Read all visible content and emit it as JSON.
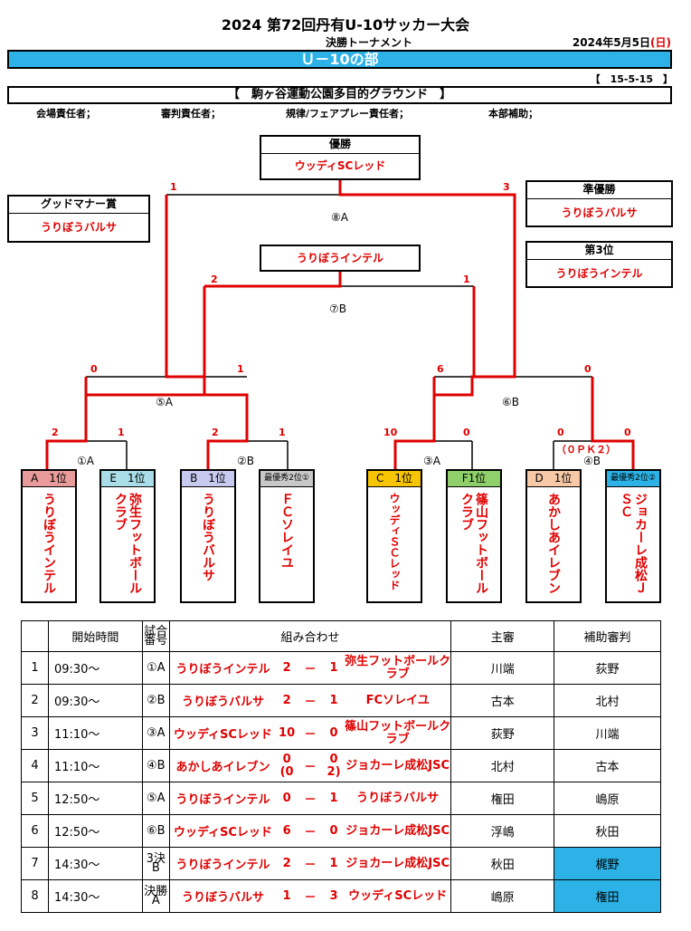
{
  "header": {
    "title": "2024 第72回丹有U-10サッカー大会",
    "subtitle": "決勝トーナメント",
    "date_main": "2024年5月5日",
    "date_day": "(日)",
    "banner": "Ｕ－10の部",
    "code": "【　15-5-15　】",
    "venue": "【　駒ヶ谷運動公園多目的グラウンド　】",
    "officials": [
      "会場責任者；",
      "審判責任者；",
      "規律/フェアプレー責任者；",
      "本部補助；"
    ]
  },
  "awards": {
    "champion": {
      "label": "優勝",
      "team": "ウッディSCレッド"
    },
    "runner_up": {
      "label": "準優勝",
      "team": "うりぼうバルサ"
    },
    "third": {
      "label": "第3位",
      "team": "うりぼうインテル"
    },
    "good_manner": {
      "label": "グッドマナー賞",
      "team": "うりぼうバルサ"
    },
    "third_place_match_winner": "うりぼうインテル"
  },
  "bracket": {
    "matches": {
      "m1": {
        "label": "①A",
        "left_score": "2",
        "right_score": "1"
      },
      "m2": {
        "label": "②B",
        "left_score": "2",
        "right_score": "1"
      },
      "m3": {
        "label": "③A",
        "left_score": "10",
        "right_score": "0"
      },
      "m4": {
        "label": "④B",
        "left_score": "0",
        "right_score": "0",
        "pk": "（０ＰＫ２）"
      },
      "m5": {
        "label": "⑤A",
        "left_score": "0",
        "right_score": "1"
      },
      "m6": {
        "label": "⑥B",
        "left_score": "6",
        "right_score": "0"
      },
      "m7": {
        "label": "⑦B",
        "left_score": "2",
        "right_score": "1"
      },
      "m8": {
        "label": "⑧A",
        "left_score": "1",
        "right_score": "3"
      }
    },
    "teams": [
      {
        "seed": "A　1位",
        "name": "うりぼうインテル",
        "color": "#e99a9a"
      },
      {
        "seed": "E　1位",
        "name": "弥生フットボールクラブ",
        "color": "#a9dde8"
      },
      {
        "seed": "B　1位",
        "name": "うりぼうバルサ",
        "color": "#c7c9ef"
      },
      {
        "seed": "最優秀2位①",
        "name": "ＦＣソレイユ",
        "color": "#c8c8c8"
      },
      {
        "seed": "C　1位",
        "name": "ウッディＳＣレッド",
        "color": "#f6c400"
      },
      {
        "seed": "F1位",
        "name": "篠山フットボールクラブ",
        "color": "#8fd06a"
      },
      {
        "seed": "D　1位",
        "name": "あかしあイレブン",
        "color": "#f8c9a6"
      },
      {
        "seed": "最優秀2位②",
        "name": "ジョカーレ成松ＪＳＣ",
        "color": "#2cb2e6"
      }
    ]
  },
  "schedule": {
    "headers": [
      "",
      "開始時間",
      "試合番号",
      "組み合わせ",
      "主審",
      "補助審判"
    ],
    "rows": [
      {
        "no": "1",
        "time": "09:30～",
        "match": "①A",
        "home": "うりぼうインテル",
        "hs": "2",
        "dash": "－",
        "as": "1",
        "away": "弥生フットボールクラブ",
        "referee": "川端",
        "assistant": "荻野"
      },
      {
        "no": "2",
        "time": "09:30～",
        "match": "②B",
        "home": "うりぼうバルサ",
        "hs": "2",
        "dash": "－",
        "as": "1",
        "away": "FCソレイユ",
        "referee": "古本",
        "assistant": "北村"
      },
      {
        "no": "3",
        "time": "11:10～",
        "match": "③A",
        "home": "ウッディSCレッド",
        "hs": "10",
        "dash": "－",
        "as": "0",
        "away": "篠山フットボールクラブ",
        "referee": "荻野",
        "assistant": "川端"
      },
      {
        "no": "4",
        "time": "11:10～",
        "match": "④B",
        "home": "あかしあイレブン",
        "hs": "0",
        "dash": "－",
        "as": "0",
        "pk_h": "(0",
        "pk_a": "2)",
        "away": "ジョカーレ成松JSC",
        "referee": "北村",
        "assistant": "古本"
      },
      {
        "no": "5",
        "time": "12:50～",
        "match": "⑤A",
        "home": "うりぼうインテル",
        "hs": "0",
        "dash": "－",
        "as": "1",
        "away": "うりぼうバルサ",
        "referee": "権田",
        "assistant": "嶋原"
      },
      {
        "no": "6",
        "time": "12:50～",
        "match": "⑥B",
        "home": "ウッディSCレッド",
        "hs": "6",
        "dash": "－",
        "as": "0",
        "away": "ジョカーレ成松JSC",
        "referee": "浮嶋",
        "assistant": "秋田"
      },
      {
        "no": "7",
        "time": "14:30～",
        "match": "3決B",
        "home": "うりぼうインテル",
        "hs": "2",
        "dash": "－",
        "as": "1",
        "away": "ジョカーレ成松JSC",
        "referee": "秋田",
        "assistant": "梶野"
      },
      {
        "no": "8",
        "time": "14:30～",
        "match": "決勝A",
        "home": "うりぼうバルサ",
        "hs": "1",
        "dash": "－",
        "as": "3",
        "away": "ウッディSCレッド",
        "referee": "嶋原",
        "assistant": "権田"
      }
    ]
  },
  "colors": {
    "accent": "#2cb2e6",
    "winner_line": "#e00000"
  }
}
